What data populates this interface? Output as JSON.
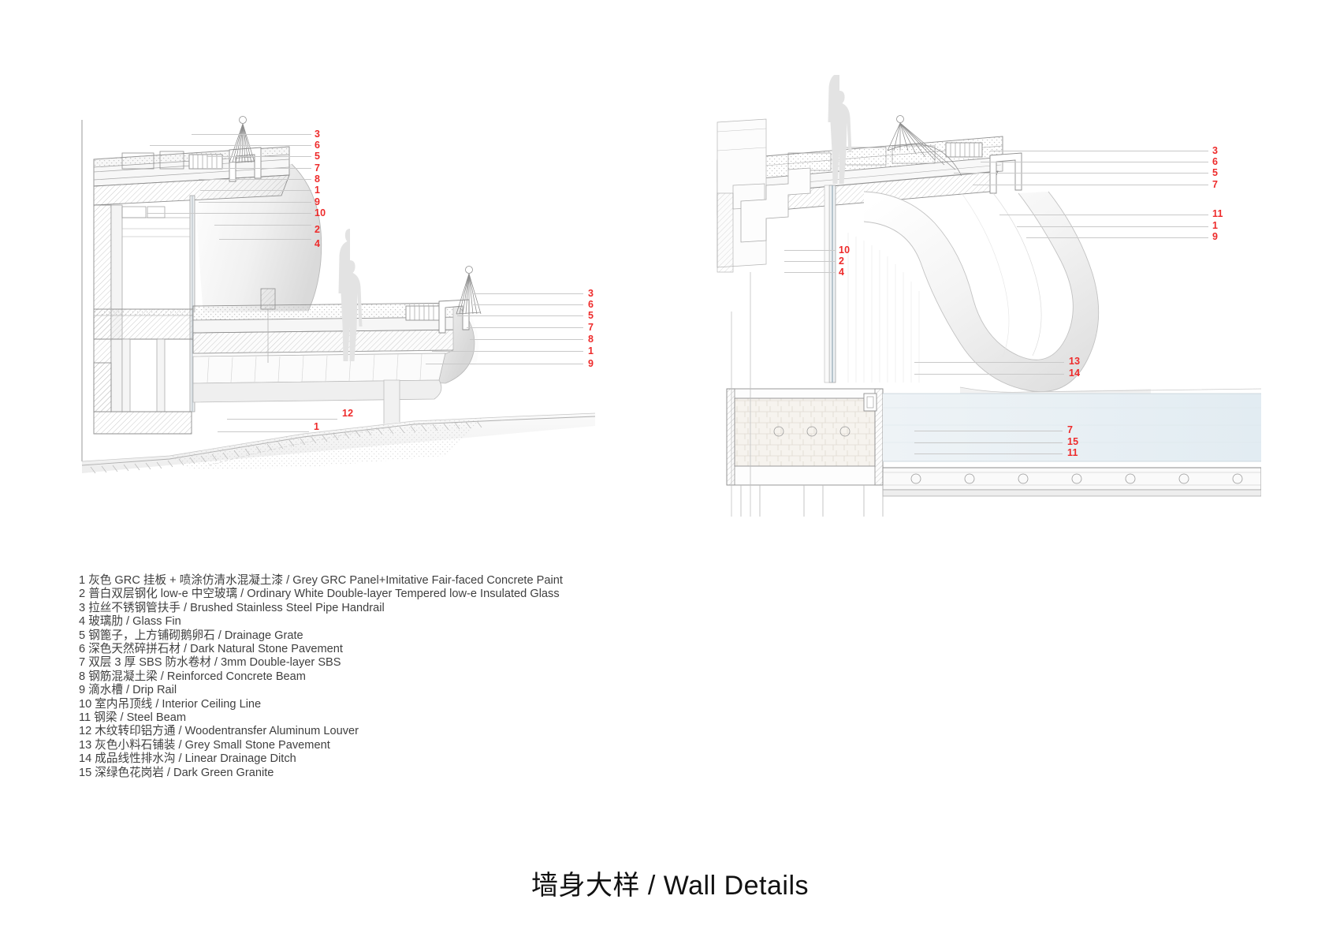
{
  "title": "墙身大样 / Wall Details",
  "legend": {
    "items": [
      {
        "num": "1",
        "text": "灰色 GRC 挂板 + 喷涂仿清水混凝土漆 / Grey GRC Panel+Imitative Fair-faced Concrete Paint"
      },
      {
        "num": "2",
        "text": "普白双层钢化 low-e 中空玻璃 / Ordinary White Double-layer Tempered low-e Insulated Glass"
      },
      {
        "num": "3",
        "text": "拉丝不锈钢管扶手 / Brushed Stainless Steel Pipe Handrail"
      },
      {
        "num": "4",
        "text": "玻璃肋 / Glass Fin"
      },
      {
        "num": "5",
        "text": "钢篦子，上方铺砌鹅卵石 / Drainage Grate"
      },
      {
        "num": "6",
        "text": "深色天然碎拼石材 / Dark Natural Stone Pavement"
      },
      {
        "num": "7",
        "text": "双层 3 厚 SBS 防水卷材 / 3mm Double-layer SBS"
      },
      {
        "num": "8",
        "text": "钢筋混凝土梁 / Reinforced Concrete Beam"
      },
      {
        "num": "9",
        "text": "滴水槽 / Drip Rail"
      },
      {
        "num": "10",
        "text": "室内吊顶线 / Interior Ceiling Line"
      },
      {
        "num": "11",
        "text": "钢梁 / Steel Beam"
      },
      {
        "num": "12",
        "text": "木纹转印铝方通 / Woodentransfer Aluminum Louver"
      },
      {
        "num": "13",
        "text": "灰色小料石铺装 / Grey Small Stone Pavement"
      },
      {
        "num": "14",
        "text": "成品线性排水沟 / Linear Drainage Ditch"
      },
      {
        "num": "15",
        "text": "深绿色花岗岩 / Dark Green Granite"
      }
    ]
  },
  "left_drawing": {
    "name": "wall-section-detail-left",
    "callouts_top": [
      "3",
      "6",
      "5",
      "7",
      "8",
      "1",
      "9",
      "10",
      "2",
      "4"
    ],
    "callouts_middle": [
      "3",
      "6",
      "5",
      "7",
      "8",
      "1",
      "9"
    ],
    "callouts_bottom": [
      "12",
      "1"
    ]
  },
  "right_drawing": {
    "name": "wall-section-detail-right",
    "callouts_top": [
      "3",
      "6",
      "5",
      "7"
    ],
    "callouts_upper": [
      "11",
      "1",
      "9"
    ],
    "callouts_center": [
      "10",
      "2",
      "4"
    ],
    "callouts_lower": [
      "13",
      "14"
    ],
    "callouts_base": [
      "7",
      "15",
      "11"
    ]
  },
  "colors": {
    "callout": "#ee2b2b",
    "leader": "#c9c9c9",
    "line": "#8a8a8a",
    "fill_light": "#f2f2f2",
    "fill_mid": "#e2e2e2",
    "fill_dark": "#cfcfcf",
    "text": "#3f3f3f"
  }
}
